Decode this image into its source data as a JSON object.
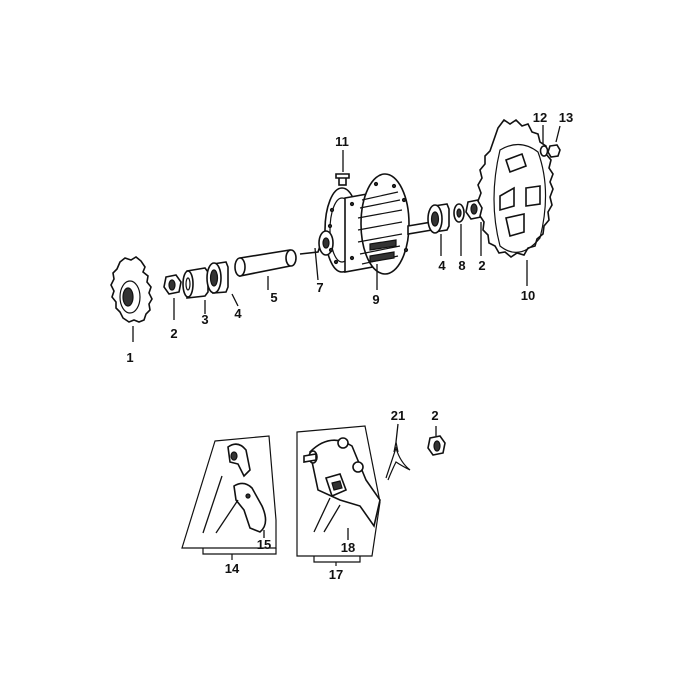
{
  "callouts": {
    "n1": "1",
    "n2a": "2",
    "n3": "3",
    "n4a": "4",
    "n5": "5",
    "n7": "7",
    "n9": "9",
    "n11": "11",
    "n4b": "4",
    "n8": "8",
    "n2b": "2",
    "n10": "10",
    "n12": "12",
    "n13": "13",
    "n14": "14",
    "n15": "15",
    "n17": "17",
    "n18": "18",
    "n21": "21",
    "n2c": "2"
  }
}
